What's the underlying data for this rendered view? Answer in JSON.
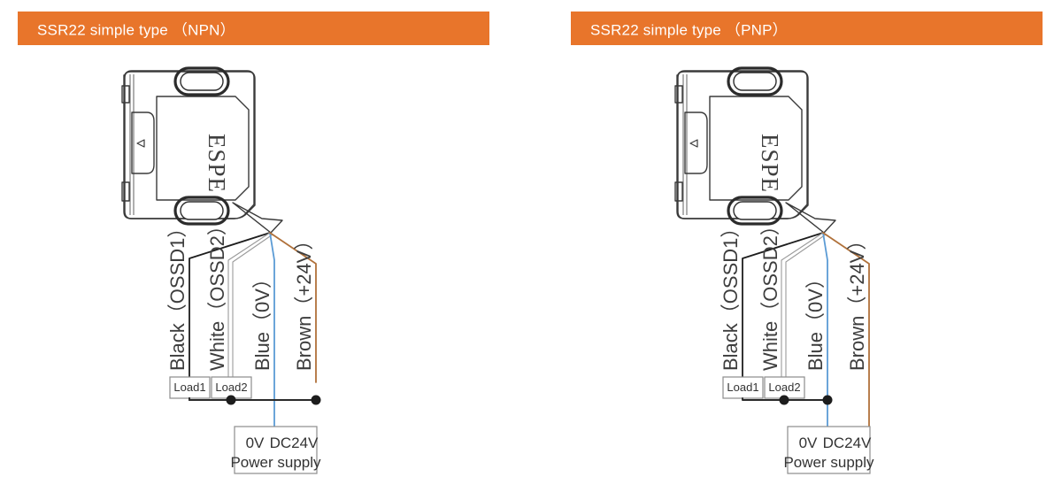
{
  "panels": [
    {
      "id": "npn",
      "header": "SSR22 simple type （NPN）",
      "device_label": "ESPE",
      "wires": [
        {
          "name": "black",
          "label": "Black（OSSD1）"
        },
        {
          "name": "white",
          "label": "White（OSSD2）"
        },
        {
          "name": "blue",
          "label": "Blue（0V）"
        },
        {
          "name": "brown",
          "label": "Brown（+24V）"
        }
      ],
      "loads": [
        "Load1",
        "Load2"
      ],
      "power_supply": {
        "terminal_left": "0V",
        "terminal_right": "DC24V",
        "caption": "Power supply"
      },
      "common_rail": "brown"
    },
    {
      "id": "pnp",
      "header": "SSR22 simple type （PNP）",
      "device_label": "ESPE",
      "wires": [
        {
          "name": "black",
          "label": "Black（OSSD1）"
        },
        {
          "name": "white",
          "label": "White（OSSD2）"
        },
        {
          "name": "blue",
          "label": "Blue（0V）"
        },
        {
          "name": "brown",
          "label": "Brown（+24V）"
        }
      ],
      "loads": [
        "Load1",
        "Load2"
      ],
      "power_supply": {
        "terminal_left": "0V",
        "terminal_right": "DC24V",
        "caption": "Power supply"
      },
      "common_rail": "blue"
    }
  ],
  "colors": {
    "header_background": "#E8752B",
    "header_text": "#FFFFFF",
    "wire_black": "#1D1D1D",
    "wire_white": "#9A9A9A",
    "wire_blue": "#5B9BD5",
    "wire_brown": "#B0713A",
    "outline": "#3A3A3A"
  }
}
